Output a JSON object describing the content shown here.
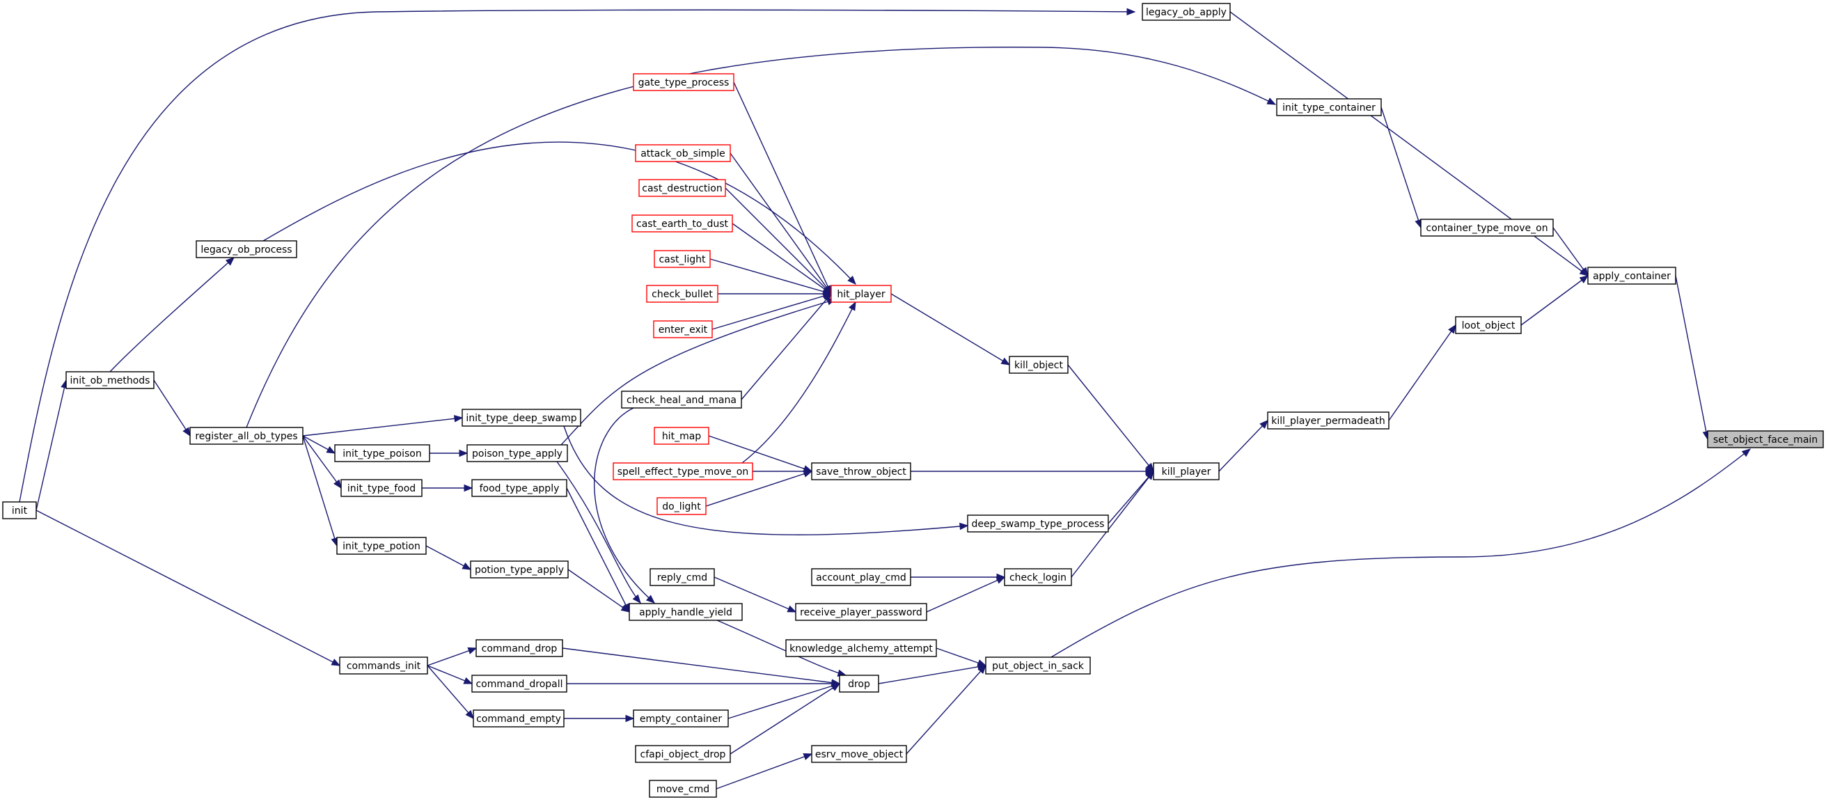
{
  "graph": {
    "type": "caller-graph",
    "root": "set_object_face_main",
    "nodes": [
      {
        "id": "set_object_face_main",
        "label": "set_object_face_main",
        "style": "root"
      },
      {
        "id": "legacy_ob_apply",
        "label": "legacy_ob_apply",
        "style": "normal"
      },
      {
        "id": "init_type_container",
        "label": "init_type_container",
        "style": "normal"
      },
      {
        "id": "container_type_move_on",
        "label": "container_type_move_on",
        "style": "normal"
      },
      {
        "id": "apply_container",
        "label": "apply_container",
        "style": "normal"
      },
      {
        "id": "loot_object",
        "label": "loot_object",
        "style": "normal"
      },
      {
        "id": "kill_player_permadeath",
        "label": "kill_player_permadeath",
        "style": "normal"
      },
      {
        "id": "kill_player",
        "label": "kill_player",
        "style": "normal"
      },
      {
        "id": "kill_object",
        "label": "kill_object",
        "style": "normal"
      },
      {
        "id": "hit_player",
        "label": "hit_player",
        "style": "truncated"
      },
      {
        "id": "gate_type_process",
        "label": "gate_type_process",
        "style": "truncated"
      },
      {
        "id": "attack_ob_simple",
        "label": "attack_ob_simple",
        "style": "truncated"
      },
      {
        "id": "cast_destruction",
        "label": "cast_destruction",
        "style": "truncated"
      },
      {
        "id": "cast_earth_to_dust",
        "label": "cast_earth_to_dust",
        "style": "truncated"
      },
      {
        "id": "cast_light",
        "label": "cast_light",
        "style": "truncated"
      },
      {
        "id": "check_bullet",
        "label": "check_bullet",
        "style": "truncated"
      },
      {
        "id": "enter_exit",
        "label": "enter_exit",
        "style": "truncated"
      },
      {
        "id": "check_heal_and_mana",
        "label": "check_heal_and_mana",
        "style": "normal"
      },
      {
        "id": "hit_map",
        "label": "hit_map",
        "style": "truncated"
      },
      {
        "id": "spell_effect_type_move_on",
        "label": "spell_effect_type_move_on",
        "style": "truncated"
      },
      {
        "id": "do_light",
        "label": "do_light",
        "style": "truncated"
      },
      {
        "id": "save_throw_object",
        "label": "save_throw_object",
        "style": "normal"
      },
      {
        "id": "deep_swamp_type_process",
        "label": "deep_swamp_type_process",
        "style": "normal"
      },
      {
        "id": "check_login",
        "label": "check_login",
        "style": "normal"
      },
      {
        "id": "account_play_cmd",
        "label": "account_play_cmd",
        "style": "normal"
      },
      {
        "id": "reply_cmd",
        "label": "reply_cmd",
        "style": "normal"
      },
      {
        "id": "receive_player_password",
        "label": "receive_player_password",
        "style": "normal"
      },
      {
        "id": "apply_handle_yield",
        "label": "apply_handle_yield",
        "style": "normal"
      },
      {
        "id": "knowledge_alchemy_attempt",
        "label": "knowledge_alchemy_attempt",
        "style": "normal"
      },
      {
        "id": "put_object_in_sack",
        "label": "put_object_in_sack",
        "style": "normal"
      },
      {
        "id": "drop",
        "label": "drop",
        "style": "normal"
      },
      {
        "id": "empty_container",
        "label": "empty_container",
        "style": "normal"
      },
      {
        "id": "cfapi_object_drop",
        "label": "cfapi_object_drop",
        "style": "normal"
      },
      {
        "id": "esrv_move_object",
        "label": "esrv_move_object",
        "style": "normal"
      },
      {
        "id": "move_cmd",
        "label": "move_cmd",
        "style": "normal"
      },
      {
        "id": "command_drop",
        "label": "command_drop",
        "style": "normal"
      },
      {
        "id": "command_dropall",
        "label": "command_dropall",
        "style": "normal"
      },
      {
        "id": "command_empty",
        "label": "command_empty",
        "style": "normal"
      },
      {
        "id": "commands_init",
        "label": "commands_init",
        "style": "normal"
      },
      {
        "id": "init",
        "label": "init",
        "style": "normal"
      },
      {
        "id": "init_ob_methods",
        "label": "init_ob_methods",
        "style": "normal"
      },
      {
        "id": "legacy_ob_process",
        "label": "legacy_ob_process",
        "style": "normal"
      },
      {
        "id": "register_all_ob_types",
        "label": "register_all_ob_types",
        "style": "normal"
      },
      {
        "id": "init_type_deep_swamp",
        "label": "init_type_deep_swamp",
        "style": "normal"
      },
      {
        "id": "init_type_poison",
        "label": "init_type_poison",
        "style": "normal"
      },
      {
        "id": "poison_type_apply",
        "label": "poison_type_apply",
        "style": "normal"
      },
      {
        "id": "init_type_food",
        "label": "init_type_food",
        "style": "normal"
      },
      {
        "id": "food_type_apply",
        "label": "food_type_apply",
        "style": "normal"
      },
      {
        "id": "init_type_potion",
        "label": "init_type_potion",
        "style": "normal"
      },
      {
        "id": "potion_type_apply",
        "label": "potion_type_apply",
        "style": "normal"
      }
    ],
    "edges": [
      [
        "legacy_ob_apply",
        "apply_container"
      ],
      [
        "init_type_container",
        "container_type_move_on"
      ],
      [
        "container_type_move_on",
        "apply_container"
      ],
      [
        "apply_container",
        "set_object_face_main"
      ],
      [
        "loot_object",
        "apply_container"
      ],
      [
        "kill_player_permadeath",
        "loot_object"
      ],
      [
        "kill_player",
        "kill_player_permadeath"
      ],
      [
        "kill_object",
        "kill_player"
      ],
      [
        "hit_player",
        "kill_object"
      ],
      [
        "save_throw_object",
        "kill_player"
      ],
      [
        "deep_swamp_type_process",
        "kill_player"
      ],
      [
        "check_login",
        "kill_player"
      ],
      [
        "put_object_in_sack",
        "set_object_face_main"
      ],
      [
        "gate_type_process",
        "hit_player"
      ],
      [
        "attack_ob_simple",
        "hit_player"
      ],
      [
        "cast_destruction",
        "hit_player"
      ],
      [
        "cast_earth_to_dust",
        "hit_player"
      ],
      [
        "cast_light",
        "hit_player"
      ],
      [
        "check_bullet",
        "hit_player"
      ],
      [
        "enter_exit",
        "hit_player"
      ],
      [
        "check_heal_and_mana",
        "hit_player"
      ],
      [
        "spell_effect_type_move_on",
        "hit_player"
      ],
      [
        "legacy_ob_process",
        "hit_player"
      ],
      [
        "poison_type_apply",
        "hit_player"
      ],
      [
        "hit_map",
        "save_throw_object"
      ],
      [
        "spell_effect_type_move_on",
        "save_throw_object"
      ],
      [
        "do_light",
        "save_throw_object"
      ],
      [
        "account_play_cmd",
        "check_login"
      ],
      [
        "receive_player_password",
        "check_login"
      ],
      [
        "reply_cmd",
        "receive_player_password"
      ],
      [
        "knowledge_alchemy_attempt",
        "put_object_in_sack"
      ],
      [
        "drop",
        "put_object_in_sack"
      ],
      [
        "esrv_move_object",
        "put_object_in_sack"
      ],
      [
        "apply_handle_yield",
        "drop"
      ],
      [
        "command_drop",
        "drop"
      ],
      [
        "command_dropall",
        "drop"
      ],
      [
        "empty_container",
        "drop"
      ],
      [
        "cfapi_object_drop",
        "drop"
      ],
      [
        "move_cmd",
        "esrv_move_object"
      ],
      [
        "command_empty",
        "empty_container"
      ],
      [
        "commands_init",
        "command_drop"
      ],
      [
        "commands_init",
        "command_dropall"
      ],
      [
        "commands_init",
        "command_empty"
      ],
      [
        "init",
        "commands_init"
      ],
      [
        "init",
        "init_ob_methods"
      ],
      [
        "init",
        "legacy_ob_apply"
      ],
      [
        "init_ob_methods",
        "legacy_ob_process"
      ],
      [
        "init_ob_methods",
        "register_all_ob_types"
      ],
      [
        "register_all_ob_types",
        "init_type_container"
      ],
      [
        "register_all_ob_types",
        "init_type_deep_swamp"
      ],
      [
        "register_all_ob_types",
        "init_type_poison"
      ],
      [
        "register_all_ob_types",
        "init_type_food"
      ],
      [
        "register_all_ob_types",
        "init_type_potion"
      ],
      [
        "init_type_deep_swamp",
        "deep_swamp_type_process"
      ],
      [
        "init_type_poison",
        "poison_type_apply"
      ],
      [
        "init_type_food",
        "food_type_apply"
      ],
      [
        "init_type_potion",
        "potion_type_apply"
      ],
      [
        "check_heal_and_mana",
        "apply_handle_yield"
      ],
      [
        "food_type_apply",
        "apply_handle_yield"
      ],
      [
        "potion_type_apply",
        "apply_handle_yield"
      ],
      [
        "poison_type_apply",
        "apply_handle_yield"
      ]
    ],
    "colors": {
      "edge": "#191970",
      "node_border": "#000000",
      "truncated_border": "#ff0000",
      "root_fill": "#bfbfbf",
      "node_fill": "#ffffff"
    }
  }
}
